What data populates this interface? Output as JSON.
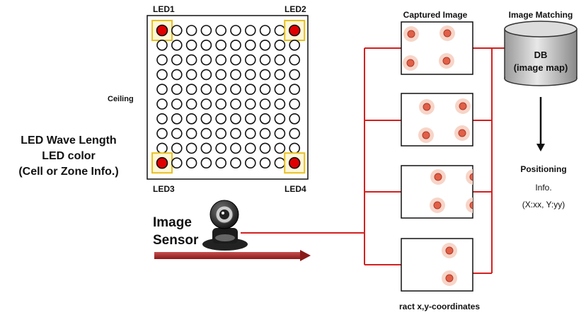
{
  "labels": {
    "led1": "LED1",
    "led2": "LED2",
    "led3": "LED3",
    "led4": "LED4",
    "ceiling": "Ceiling",
    "left_info": [
      "LED Wave Length",
      "LED color",
      "(Cell or Zone Info.)"
    ],
    "sensor": [
      "Image",
      "Sensor"
    ],
    "captured_image": "Captured Image",
    "image_matching": "Image Matching",
    "db": [
      "DB",
      "(image map)"
    ],
    "positioning": [
      "Positioning",
      "Info.",
      "(X:xx, Y:yy)"
    ],
    "extract": "ract x,y-coordinates"
  },
  "grid": {
    "rows": 10,
    "cols": 10,
    "highlighted": [
      "LED1",
      "LED2",
      "LED3",
      "LED4"
    ]
  },
  "colors": {
    "line": "#d42020",
    "led_on": "#e00000",
    "highlight_box": "#e8c020",
    "spot_halo": "#f7d5c8",
    "spot_core": "#e06048",
    "arrow": "#b02020"
  },
  "icons": {
    "sensor": "webcam-icon",
    "db": "database-cylinder-icon"
  }
}
